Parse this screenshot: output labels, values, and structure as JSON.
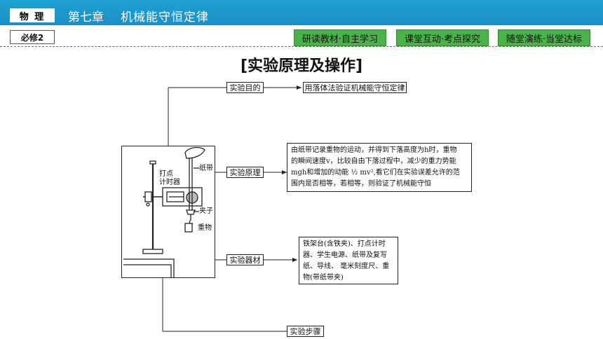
{
  "header": {
    "subject": "物 理",
    "chapter_number": "第七章",
    "chapter_title": "机械能守恒定律",
    "volume": "必修2"
  },
  "nav": {
    "tabs": [
      "研读教材·自主学习",
      "课堂互动·考点探究",
      "随堂演练·当堂达标"
    ],
    "color": "#49b249"
  },
  "slide": {
    "title": "[实验原理及操作]"
  },
  "diagram": {
    "goal_label": "实验目的",
    "goal_text": "用落体法验证机械能守恒定律",
    "principle_label": "实验原理",
    "principle_lines": [
      "由纸带记录重物的运动，并得到下落高度为h时，重物",
      "的瞬间速度v，比较自由下落过程中，减少的重力势能",
      "mgh和增加的动能 ½ mv²,看它们在实验误差允许的范",
      "围内是否相等，若相等，则验证了机械能守恒"
    ],
    "equipment_label": "实验器材",
    "equipment_lines": [
      "铁架台(含铁夹)、打点计时",
      "器、学生电源、纸带及复写",
      "纸、导线、 毫米刻度尺、重",
      "物(带纸带夹)"
    ],
    "steps_label": "实验步骤",
    "apparatus": {
      "timer_label_1": "打点",
      "timer_label_2": "计时器",
      "tape_label": "纸带",
      "clip_label": "夹子",
      "weight_label": "重物"
    }
  }
}
